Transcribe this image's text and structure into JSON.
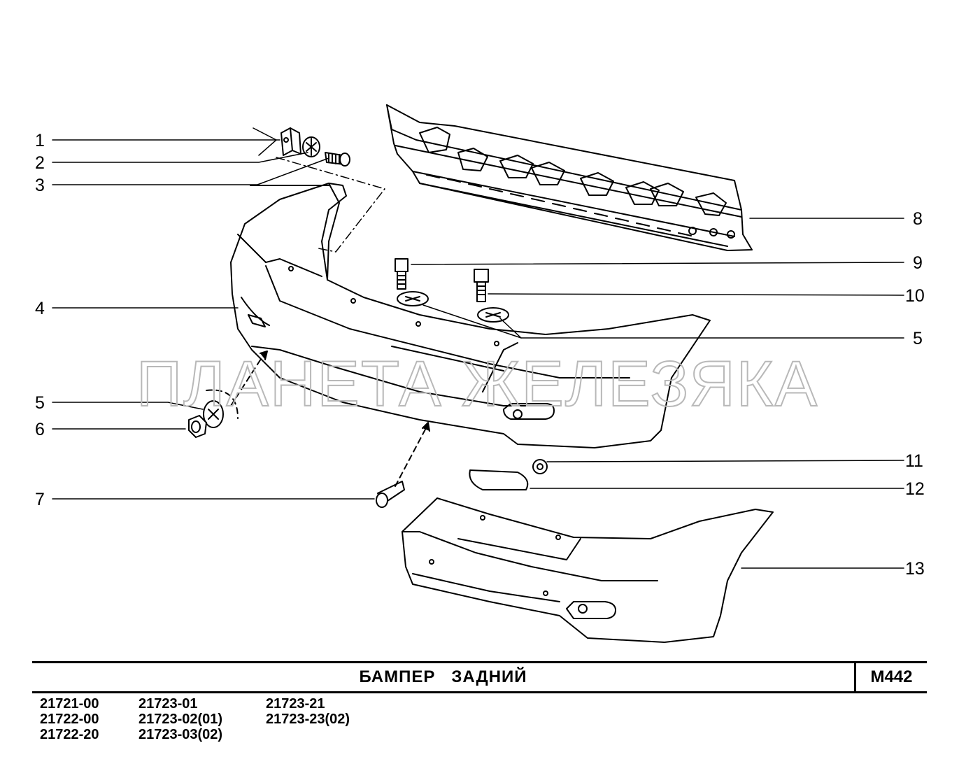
{
  "callouts": [
    {
      "label": "1"
    },
    {
      "label": "2"
    },
    {
      "label": "3"
    },
    {
      "label": "4"
    },
    {
      "label": "5"
    },
    {
      "label": "6"
    },
    {
      "label": "7"
    },
    {
      "label": "8"
    },
    {
      "label": "9"
    },
    {
      "label": "10"
    },
    {
      "label": "5"
    },
    {
      "label": "11"
    },
    {
      "label": "12"
    },
    {
      "label": "13"
    }
  ],
  "watermark": "ПЛАНЕТА ЖЕЛЕЗЯКА",
  "title": "БАМПЕР   ЗАДНИЙ",
  "code": "M442",
  "models": {
    "col1": [
      "21721-00",
      "21722-00",
      "21722-20"
    ],
    "col2": [
      "21723-01",
      "21723-02(01)",
      "21723-03(02)"
    ],
    "col3": [
      "21723-21",
      "21723-23(02)"
    ]
  }
}
